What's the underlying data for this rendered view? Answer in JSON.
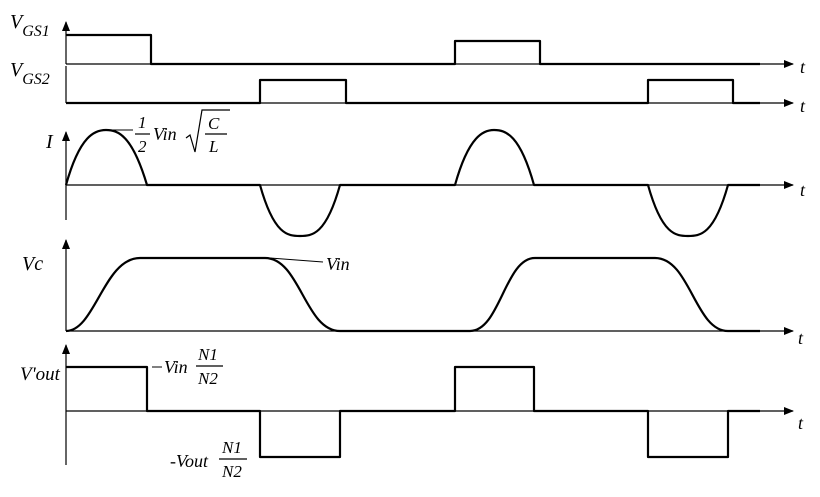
{
  "axis_symbol": "t",
  "colors": {
    "ink": "#000000",
    "highlight_axis_label": "#ff0000"
  },
  "signals": {
    "vgs1": {
      "label_main": "V",
      "label_sub": "GS1"
    },
    "vgs2": {
      "label_main": "V",
      "label_sub": "GS2"
    },
    "current": {
      "label": "I",
      "peak_annotation": {
        "coef_num": "1",
        "coef_den": "2",
        "var": "Vin",
        "root_num": "C",
        "root_den": "L"
      }
    },
    "vc": {
      "label": "Vc",
      "level_label": "Vin"
    },
    "vout": {
      "label": "V'out",
      "pos_level": {
        "prefix": "Vin",
        "num": "N1",
        "den": "N2"
      },
      "neg_level": {
        "prefix": "-Vout",
        "num": "N1",
        "den": "N2"
      }
    }
  },
  "timing": {
    "vgs1_high": [
      [
        0,
        1.0
      ],
      [
        4.5,
        5.5
      ]
    ],
    "vgs2_high": [
      [
        2.25,
        3.25
      ],
      [
        6.75,
        7.75
      ]
    ],
    "current_pos_pulses": [
      [
        0,
        1.0
      ],
      [
        4.5,
        5.5
      ]
    ],
    "current_neg_pulses": [
      [
        2.25,
        3.25
      ],
      [
        6.75,
        7.75
      ]
    ],
    "vc_rising": [
      [
        0,
        1.0
      ],
      [
        5.0,
        5.7
      ]
    ],
    "vc_falling": [
      [
        2.75,
        3.25
      ],
      [
        7.0,
        7.75
      ]
    ],
    "vout_pos": [
      [
        0,
        1.0
      ],
      [
        4.5,
        5.5
      ]
    ],
    "vout_neg": [
      [
        2.25,
        3.25
      ],
      [
        6.75,
        7.75
      ]
    ]
  }
}
